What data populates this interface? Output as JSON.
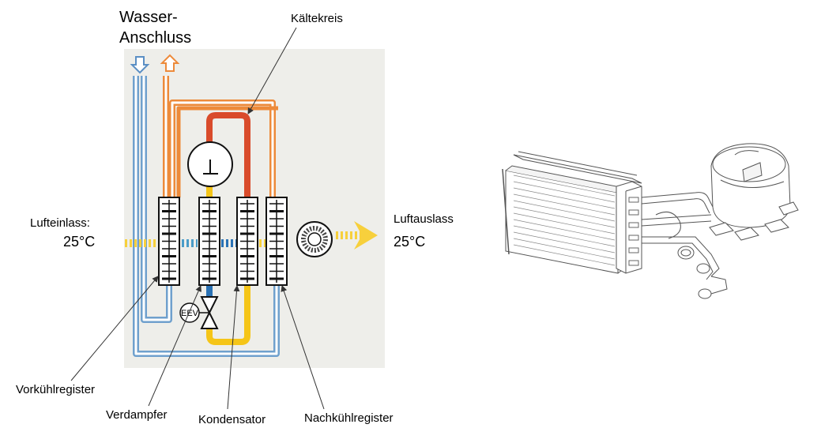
{
  "water_connection": {
    "line1": "Wasser-",
    "line2": "Anschluss"
  },
  "refrigerant_circuit_label": "Kältekreis",
  "air_inlet": {
    "label": "Lufteinlass:",
    "temperature": "25°C"
  },
  "air_outlet": {
    "label": "Luftauslass",
    "temperature": "25°C"
  },
  "valve_label": "EEV",
  "components": {
    "precooler": "Vorkühlregister",
    "evaporator": "Verdampfer",
    "condenser": "Kondensator",
    "aftercooler": "Nachkühlregister"
  },
  "colors": {
    "background_panel": "#eeeeea",
    "cold_water": "#6fa0cd",
    "warm_water": "#ed8a3a",
    "hot_refrigerant": "#d94b2b",
    "warm_refrigerant": "#f5c518",
    "cold_refrigerant": "#2a72b5",
    "air_flow": "#f7d03c"
  }
}
